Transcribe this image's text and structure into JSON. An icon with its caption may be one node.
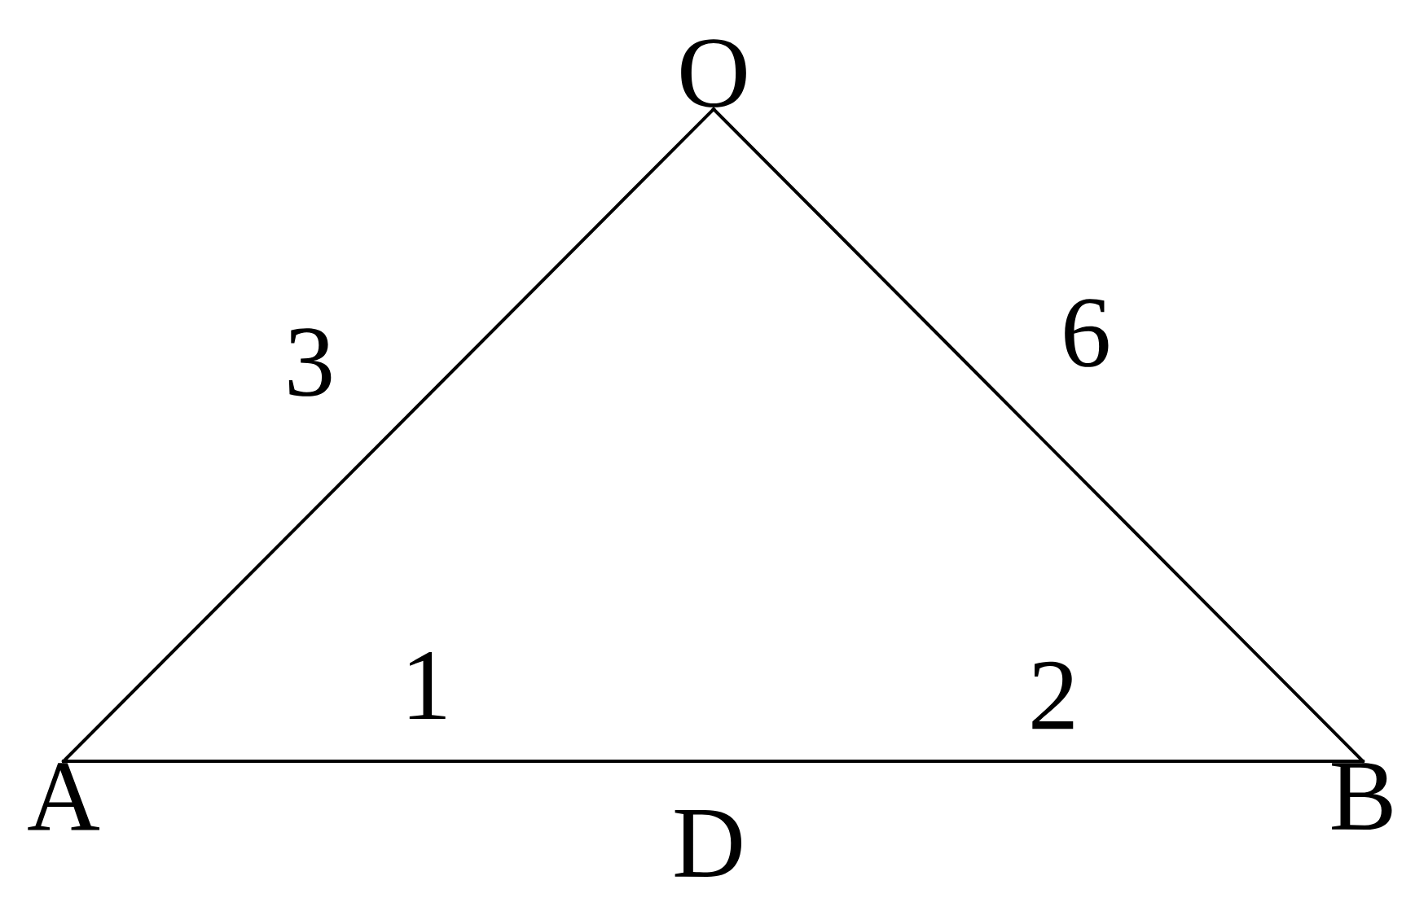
{
  "diagram": {
    "nodes": [
      {
        "text": [
          "O"
        ]
      },
      {
        "text": [
          "A"
        ]
      },
      {
        "text": [
          "B"
        ]
      }
    ],
    "edges": [
      {
        "from": 1,
        "to": 0,
        "arrow": "none",
        "label": "3"
      },
      {
        "from": 0,
        "to": 2,
        "arrow": "none",
        "label": "6"
      },
      {
        "from": 1,
        "to": 2,
        "arrow": "none"
      }
    ],
    "labels": [
      "1",
      "2",
      "D"
    ]
  }
}
